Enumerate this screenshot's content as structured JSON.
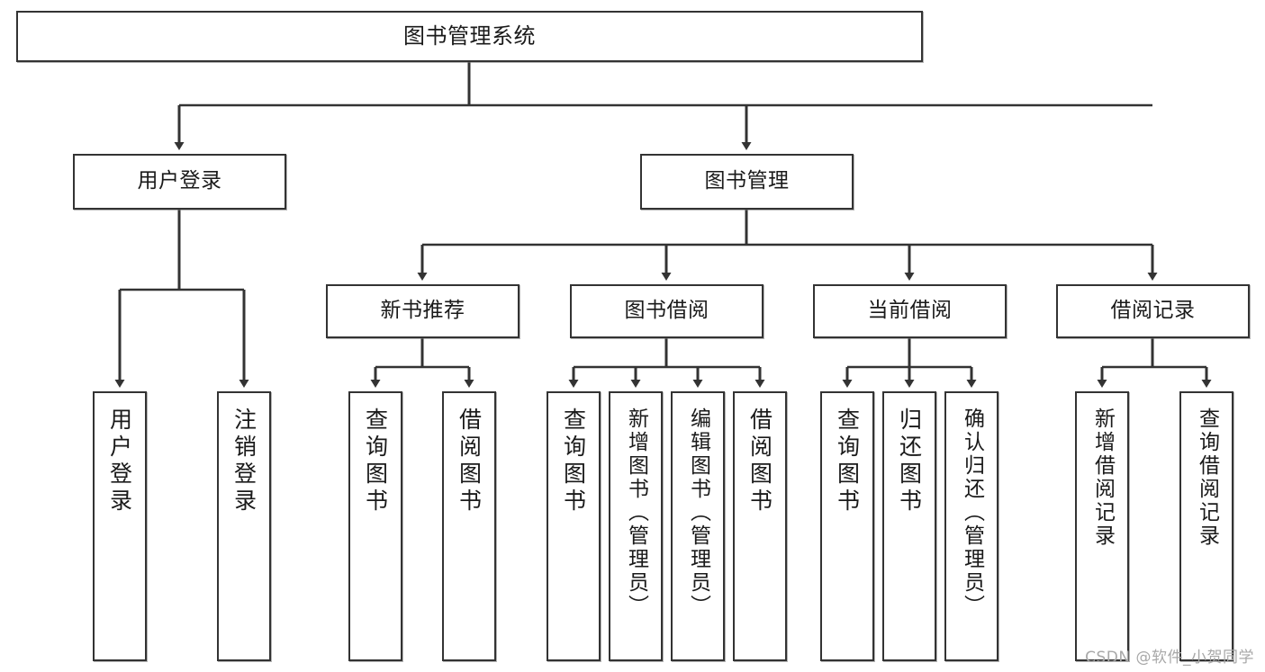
{
  "diagram": {
    "type": "tree-hierarchy",
    "title": "图书管理系统",
    "watermark": "CSDN @软件_小贺同学",
    "colors": {
      "border": "#333333",
      "background": "#ffffff",
      "text": "#1a1a1a",
      "watermark": "#a8a8a8"
    },
    "nodes": {
      "root": {
        "label": "图书管理系统",
        "level": 1
      },
      "user_login": {
        "label": "用户登录",
        "level": 2
      },
      "book_manage": {
        "label": "图书管理",
        "level": 2
      },
      "new_book_rec": {
        "label": "新书推荐",
        "level": 3
      },
      "book_borrow": {
        "label": "图书借阅",
        "level": 3
      },
      "current_borrow": {
        "label": "当前借阅",
        "level": 3
      },
      "borrow_record": {
        "label": "借阅记录",
        "level": 3
      },
      "leaf_user_login": {
        "label": "用户登录",
        "level": 4
      },
      "leaf_logout": {
        "label": "注销登录",
        "level": 4
      },
      "leaf_query_book_1": {
        "label": "查询图书",
        "level": 4
      },
      "leaf_borrow_book_1": {
        "label": "借阅图书",
        "level": 4
      },
      "leaf_query_book_2": {
        "label": "查询图书",
        "level": 4
      },
      "leaf_add_book": {
        "label": "新增图书（管理员）",
        "level": 4
      },
      "leaf_edit_book": {
        "label": "编辑图书（管理员）",
        "level": 4
      },
      "leaf_borrow_book_2": {
        "label": "借阅图书",
        "level": 4
      },
      "leaf_query_book_3": {
        "label": "查询图书",
        "level": 4
      },
      "leaf_return_book": {
        "label": "归还图书",
        "level": 4
      },
      "leaf_confirm_return": {
        "label": "确认归还（管理员）",
        "level": 4
      },
      "leaf_add_record": {
        "label": "新增借阅记录",
        "level": 4
      },
      "leaf_query_record": {
        "label": "查询借阅记录",
        "level": 4
      }
    },
    "edges": [
      {
        "from": "root",
        "to": "user_login"
      },
      {
        "from": "root",
        "to": "book_manage"
      },
      {
        "from": "user_login",
        "to": "leaf_user_login"
      },
      {
        "from": "user_login",
        "to": "leaf_logout"
      },
      {
        "from": "book_manage",
        "to": "new_book_rec"
      },
      {
        "from": "book_manage",
        "to": "book_borrow"
      },
      {
        "from": "book_manage",
        "to": "current_borrow"
      },
      {
        "from": "book_manage",
        "to": "borrow_record"
      },
      {
        "from": "new_book_rec",
        "to": "leaf_query_book_1"
      },
      {
        "from": "new_book_rec",
        "to": "leaf_borrow_book_1"
      },
      {
        "from": "book_borrow",
        "to": "leaf_query_book_2"
      },
      {
        "from": "book_borrow",
        "to": "leaf_add_book"
      },
      {
        "from": "book_borrow",
        "to": "leaf_edit_book"
      },
      {
        "from": "book_borrow",
        "to": "leaf_borrow_book_2"
      },
      {
        "from": "current_borrow",
        "to": "leaf_query_book_3"
      },
      {
        "from": "current_borrow",
        "to": "leaf_return_book"
      },
      {
        "from": "current_borrow",
        "to": "leaf_confirm_return"
      },
      {
        "from": "borrow_record",
        "to": "leaf_add_record"
      },
      {
        "from": "borrow_record",
        "to": "leaf_query_record"
      }
    ]
  }
}
